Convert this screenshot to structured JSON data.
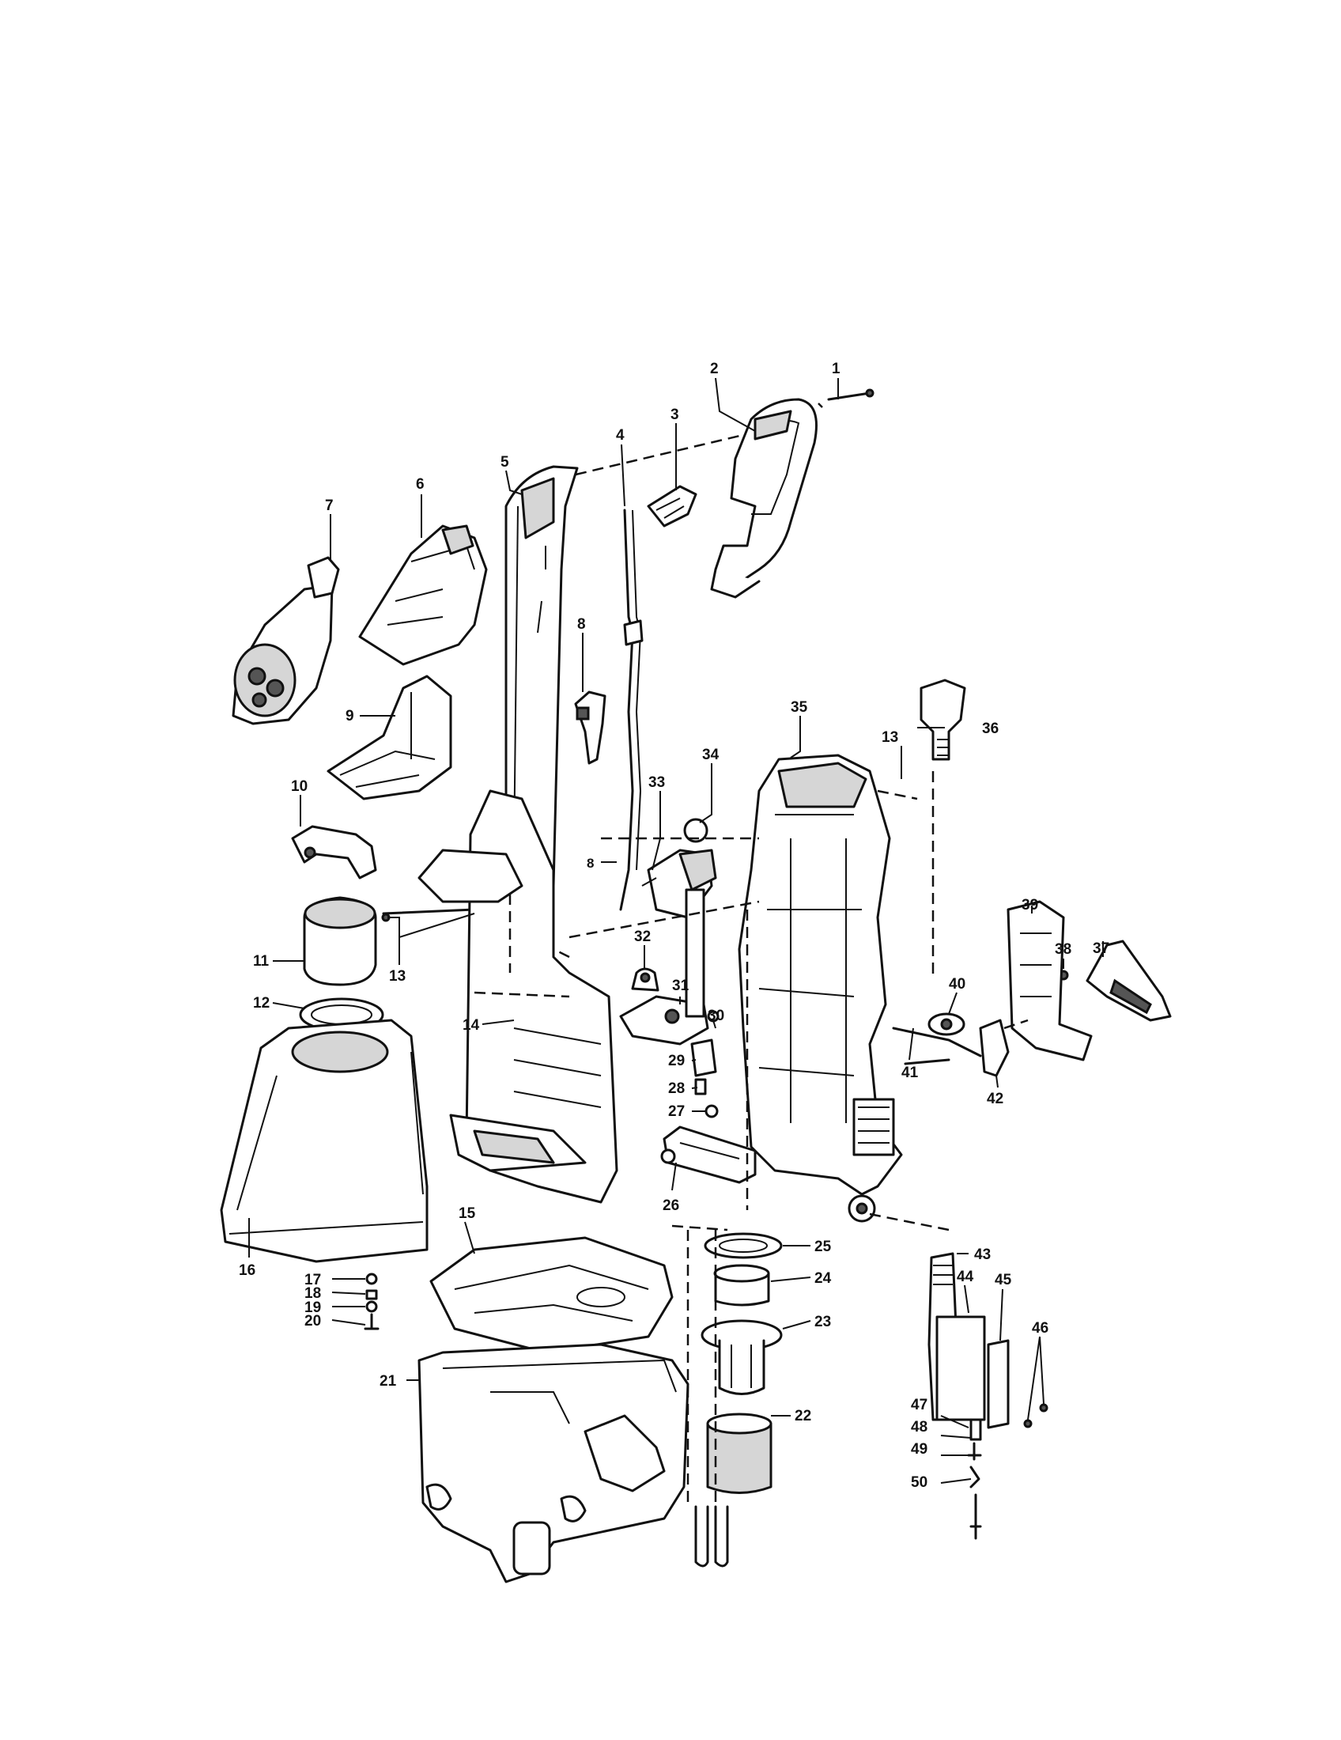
{
  "callouts": [
    {
      "id": "c1",
      "text": "1"
    },
    {
      "id": "c2",
      "text": "2"
    },
    {
      "id": "c3",
      "text": "3"
    },
    {
      "id": "c4",
      "text": "4"
    },
    {
      "id": "c5",
      "text": "5"
    },
    {
      "id": "c6",
      "text": "6"
    },
    {
      "id": "c7",
      "text": "7"
    },
    {
      "id": "c8",
      "text": "8"
    },
    {
      "id": "c9",
      "text": "9"
    },
    {
      "id": "c10",
      "text": "10"
    },
    {
      "id": "c11",
      "text": "11"
    },
    {
      "id": "c12",
      "text": "12"
    },
    {
      "id": "c13a",
      "text": "13"
    },
    {
      "id": "c13b",
      "text": "13"
    },
    {
      "id": "c14",
      "text": "14"
    },
    {
      "id": "c15",
      "text": "15"
    },
    {
      "id": "c16",
      "text": "16"
    },
    {
      "id": "c17",
      "text": "17"
    },
    {
      "id": "c18",
      "text": "18"
    },
    {
      "id": "c19",
      "text": "19"
    },
    {
      "id": "c20",
      "text": "20"
    },
    {
      "id": "c21",
      "text": "21"
    },
    {
      "id": "c22",
      "text": "22"
    },
    {
      "id": "c23",
      "text": "23"
    },
    {
      "id": "c24",
      "text": "24"
    },
    {
      "id": "c25",
      "text": "25"
    },
    {
      "id": "c26",
      "text": "26"
    },
    {
      "id": "c27",
      "text": "27"
    },
    {
      "id": "c28",
      "text": "28"
    },
    {
      "id": "c29",
      "text": "29"
    },
    {
      "id": "c30",
      "text": "30"
    },
    {
      "id": "c31",
      "text": "31"
    },
    {
      "id": "c32",
      "text": "32"
    },
    {
      "id": "c33",
      "text": "33"
    },
    {
      "id": "c34",
      "text": "34"
    },
    {
      "id": "c35",
      "text": "35"
    },
    {
      "id": "c36",
      "text": "36"
    },
    {
      "id": "c37",
      "text": "37"
    },
    {
      "id": "c38",
      "text": "38"
    },
    {
      "id": "c39",
      "text": "39"
    },
    {
      "id": "c40",
      "text": "40"
    },
    {
      "id": "c41",
      "text": "41"
    },
    {
      "id": "c42",
      "text": "42"
    },
    {
      "id": "c43",
      "text": "43"
    },
    {
      "id": "c44",
      "text": "44"
    },
    {
      "id": "c45",
      "text": "45"
    },
    {
      "id": "c46",
      "text": "46"
    },
    {
      "id": "c47",
      "text": "47"
    },
    {
      "id": "c48",
      "text": "48"
    },
    {
      "id": "c49",
      "text": "49"
    },
    {
      "id": "c50",
      "text": "50"
    },
    {
      "id": "c8b",
      "text": "8"
    }
  ]
}
